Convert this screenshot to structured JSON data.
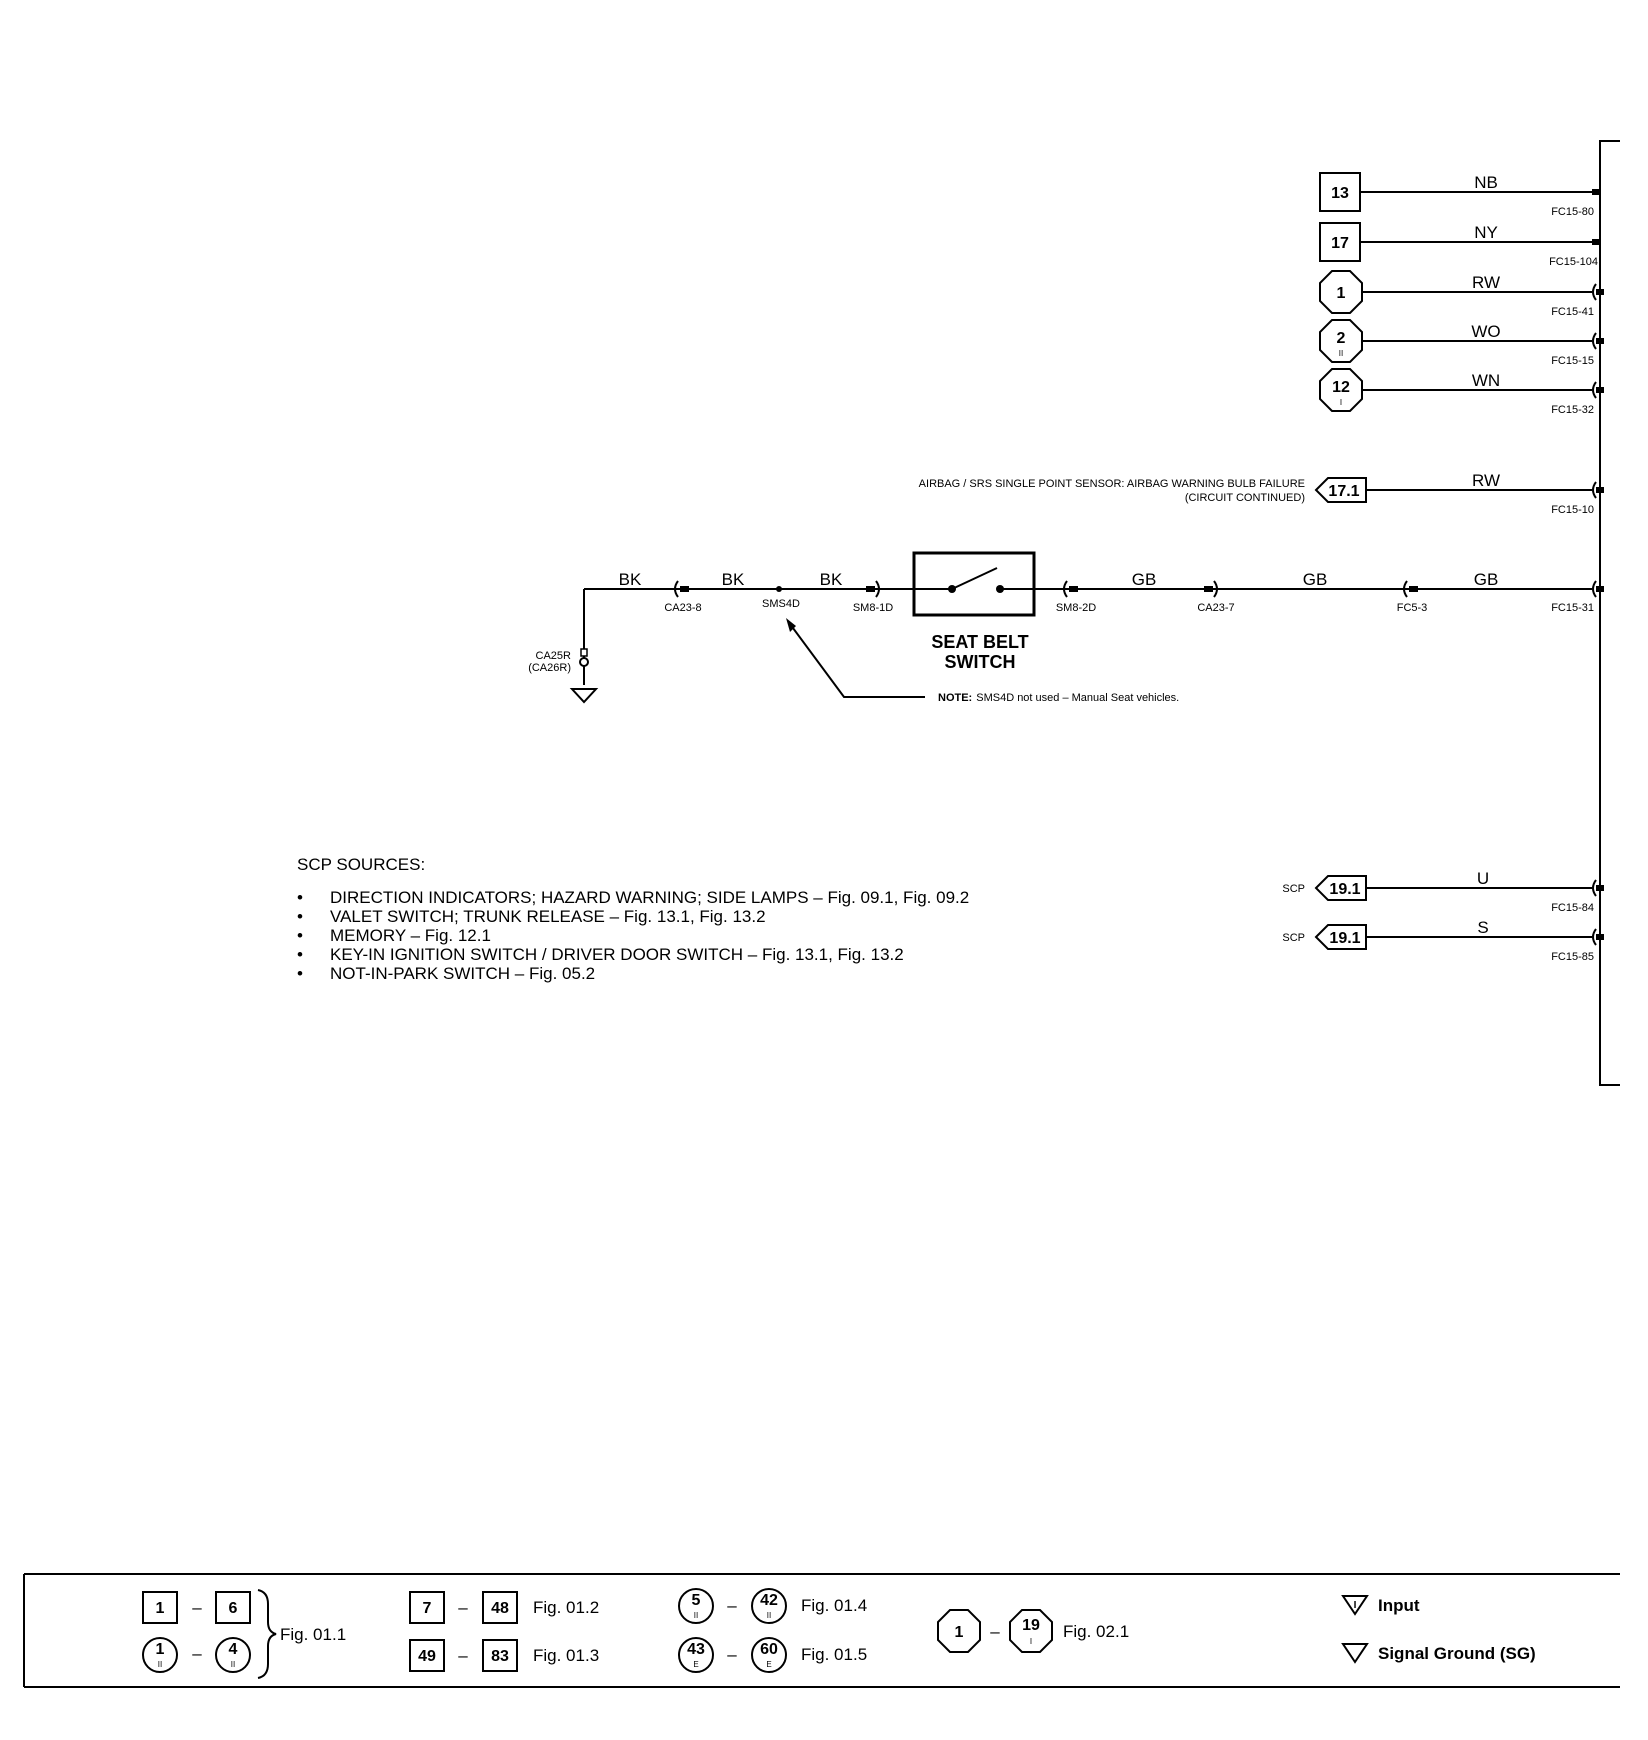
{
  "connectors": [
    {
      "ref": "13",
      "shape": "square",
      "wire": "NB",
      "pin": "FC15-80"
    },
    {
      "ref": "17",
      "shape": "square",
      "wire": "NY",
      "pin": "FC15-104"
    },
    {
      "ref": "1",
      "shape": "octagon",
      "wire": "RW",
      "pin": "FC15-41"
    },
    {
      "ref": "2",
      "sub": "II",
      "shape": "octagon",
      "wire": "WO",
      "pin": "FC15-15"
    },
    {
      "ref": "12",
      "sub": "I",
      "shape": "octagon",
      "wire": "WN",
      "pin": "FC15-32"
    }
  ],
  "airbag": {
    "label_line1": "AIRBAG / SRS SINGLE POINT SENSOR: AIRBAG WARNING BULB FAILURE",
    "label_line2": "(CIRCUIT CONTINUED)",
    "ref": "17.1",
    "wire": "RW",
    "pin": "FC15-10"
  },
  "seat_belt_circuit": {
    "ground_connector": "CA25R",
    "ground_connector_alt": "(CA26R)",
    "wires": [
      "BK",
      "BK",
      "BK",
      "GB",
      "GB",
      "GB"
    ],
    "pins": [
      "CA23-8",
      "SMS4D",
      "SM8-1D",
      "SM8-2D",
      "CA23-7",
      "FC5-3",
      "FC15-31"
    ],
    "switch_label_line1": "SEAT BELT",
    "switch_label_line2": "SWITCH",
    "note_bold": "NOTE:",
    "note_text": "SMS4D not used – Manual Seat vehicles."
  },
  "scp_sources": {
    "title": "SCP SOURCES:",
    "items": [
      "DIRECTION INDICATORS; HAZARD WARNING; SIDE LAMPS – Fig. 09.1, Fig. 09.2",
      "VALET SWITCH; TRUNK RELEASE – Fig. 13.1, Fig. 13.2",
      "MEMORY – Fig. 12.1",
      "KEY-IN IGNITION SWITCH / DRIVER DOOR SWITCH – Fig. 13.1, Fig. 13.2",
      "NOT-IN-PARK SWITCH – Fig. 05.2"
    ]
  },
  "scp_links": [
    {
      "label": "SCP",
      "ref": "19.1",
      "wire": "U",
      "pin": "FC15-84"
    },
    {
      "label": "SCP",
      "ref": "19.1",
      "wire": "S",
      "pin": "FC15-85"
    }
  ],
  "legend": {
    "g1": {
      "a": "1",
      "b": "6",
      "c": "1",
      "c_sub": "II",
      "d": "4",
      "d_sub": "II",
      "fig": "Fig. 01.1"
    },
    "g2": {
      "a": "7",
      "b": "48",
      "fig_a": "Fig. 01.2",
      "c": "49",
      "d": "83",
      "fig_b": "Fig. 01.3"
    },
    "g3": {
      "a": "5",
      "a_sub": "II",
      "b": "42",
      "b_sub": "II",
      "fig_a": "Fig. 01.4",
      "c": "43",
      "c_sub": "E",
      "d": "60",
      "d_sub": "E",
      "fig_b": "Fig. 01.5"
    },
    "g4": {
      "a": "1",
      "b": "19",
      "b_sub": "I",
      "fig": "Fig. 02.1"
    },
    "input_label": "Input",
    "input_symbol": "I",
    "sg_label": "Signal Ground (SG)",
    "dash": "–"
  }
}
